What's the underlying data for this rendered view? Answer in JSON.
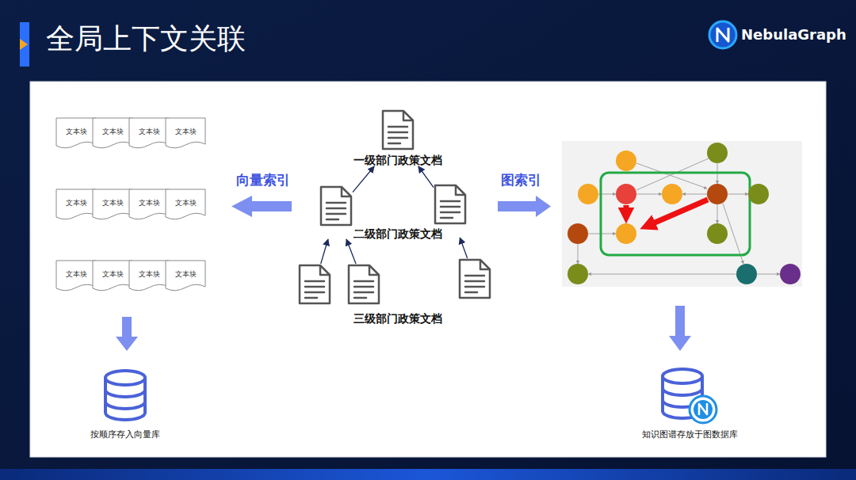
{
  "diagram": {
    "title": "全局上下文关联",
    "nodes": [
      {
        "text": [
          "文本块"
        ]
      },
      {
        "text": [
          "文本块"
        ]
      },
      {
        "text": [
          "文本块"
        ]
      },
      {
        "text": [
          "文本块"
        ]
      },
      {
        "text": [
          "文本块"
        ]
      },
      {
        "text": [
          "文本块"
        ]
      },
      {
        "text": [
          "文本块"
        ]
      },
      {
        "text": [
          "文本块"
        ]
      },
      {
        "text": [
          "文本块"
        ]
      },
      {
        "text": [
          "文本块"
        ]
      },
      {
        "text": [
          "文本块"
        ]
      },
      {
        "text": [
          "文本块"
        ]
      },
      {
        "text": [
          "一级部门政策文档"
        ]
      },
      {
        "text": [
          "二级部门政策文档"
        ]
      },
      {
        "text": []
      },
      {
        "text": []
      },
      {
        "text": [
          "三级部门政策文档"
        ]
      },
      {
        "text": []
      },
      {
        "text": [
          "按顺序存入向量库"
        ]
      },
      {
        "text": [
          "知识图谱存放于图数据库"
        ]
      }
    ],
    "edges": [
      {
        "from": 15,
        "to": 13,
        "arrow": "to"
      },
      {
        "from": 16,
        "to": 13,
        "arrow": "to"
      },
      {
        "from": 17,
        "to": 14,
        "arrow": "to"
      },
      {
        "from": 13,
        "to": 12,
        "arrow": "to"
      },
      {
        "from": 14,
        "to": 12,
        "arrow": "to"
      }
    ],
    "labels": [
      "NebulaGraph",
      "向量索引",
      "图索引"
    ]
  }
}
